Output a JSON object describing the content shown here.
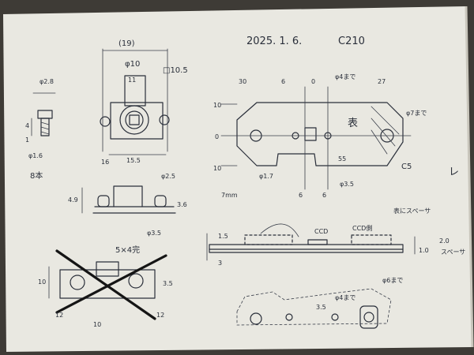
{
  "header": {
    "date": "2025. 1. 6.",
    "code": "C210"
  },
  "screw": {
    "head_dia": "φ2.8",
    "len": "4",
    "head_h": "1",
    "shaft": "φ1.6",
    "count": "8本"
  },
  "topview": {
    "width": "(19)",
    "inner": "φ10",
    "d11": "11",
    "hole": "□10.5",
    "w16": "16",
    "w155": "15.5"
  },
  "sideview": {
    "h49": "4.9",
    "d25": "φ2.5",
    "h36": "3.6",
    "d35": "φ3.5"
  },
  "crossed": {
    "slot": "5×4完",
    "h10": "10",
    "h35": "3.5",
    "w10": "10",
    "a12": "12",
    "b12": "12"
  },
  "plate": {
    "t30": "30",
    "t6": "6",
    "t0": "0",
    "t27": "27",
    "note_phi4": "φ4まで",
    "r10a": "10",
    "r0": "0",
    "r10b": "10",
    "omote": "表",
    "d7": "φ7まで",
    "c5": "C5",
    "n55": "55",
    "d17": "φ1.7",
    "d35": "φ3.5",
    "m6a": "6",
    "m6b": "6",
    "m7": "7mm"
  },
  "section": {
    "h15": "1.5",
    "h3": "3",
    "ccd": "CCD",
    "ccdside": "CCD側",
    "surf": "表にスペーサ",
    "t20": "2.0",
    "t10": "1.0",
    "spacer": "スペーサ"
  },
  "bottom": {
    "n35": "3.5",
    "d4": "φ4まで",
    "d6": "φ6まで"
  },
  "margin_mark": "レ"
}
